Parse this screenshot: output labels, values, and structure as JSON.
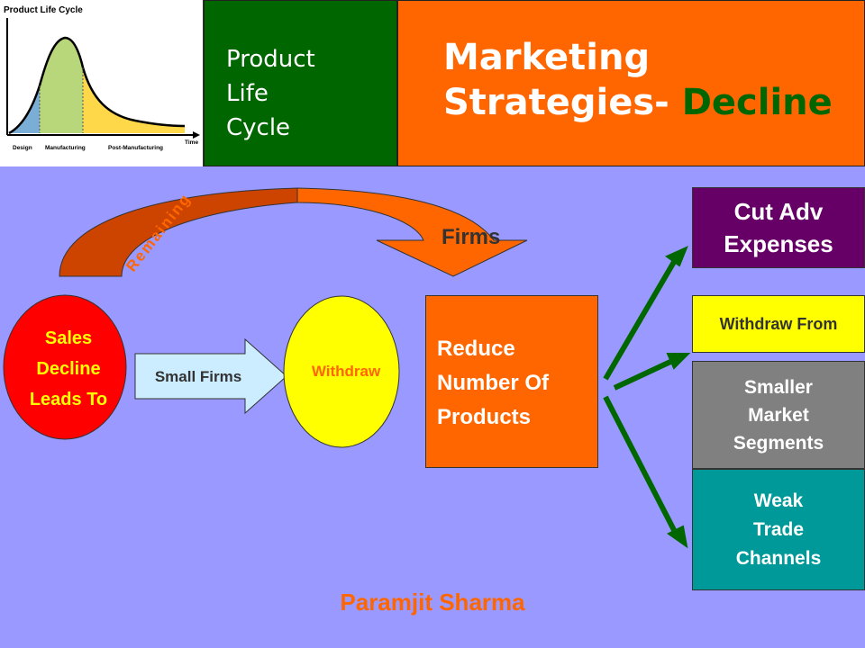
{
  "thumbnail": {
    "title": "Product Life Cycle",
    "phases": [
      "Design",
      "Manufacturing",
      "Post-Manufacturing"
    ],
    "x_axis_label": "Time"
  },
  "header": {
    "section_lines": [
      "Product",
      "Life",
      "Cycle"
    ],
    "title_line1": "Marketing",
    "title_line2_prefix": "Strategies- ",
    "title_line2_highlight": "Decline"
  },
  "diagram": {
    "start_circle_lines": [
      "Sales",
      "Decline",
      "Leads To"
    ],
    "small_firms_arrow": "Small Firms",
    "withdraw_oval": "Withdraw",
    "curved_arrow_label_1": "Remaining",
    "curved_arrow_label_2": "Firms",
    "reduce_box_lines": [
      "Reduce",
      "Number Of",
      "Products"
    ],
    "outcomes": {
      "cut_adv_lines": [
        "Cut Adv",
        "Expenses"
      ],
      "withdraw_from": "Withdraw From",
      "smaller_lines": [
        "Smaller",
        "Market",
        "Segments"
      ],
      "weak_lines": [
        "Weak",
        "Trade",
        "Channels"
      ]
    }
  },
  "footer": {
    "author": "Paramjit Sharma"
  },
  "colors": {
    "background": "#9999ff",
    "green": "#006600",
    "orange": "#ff6600",
    "purple": "#660066",
    "yellow": "#ffff00",
    "red": "#ff0000",
    "teal": "#009999",
    "gray": "#808080"
  }
}
